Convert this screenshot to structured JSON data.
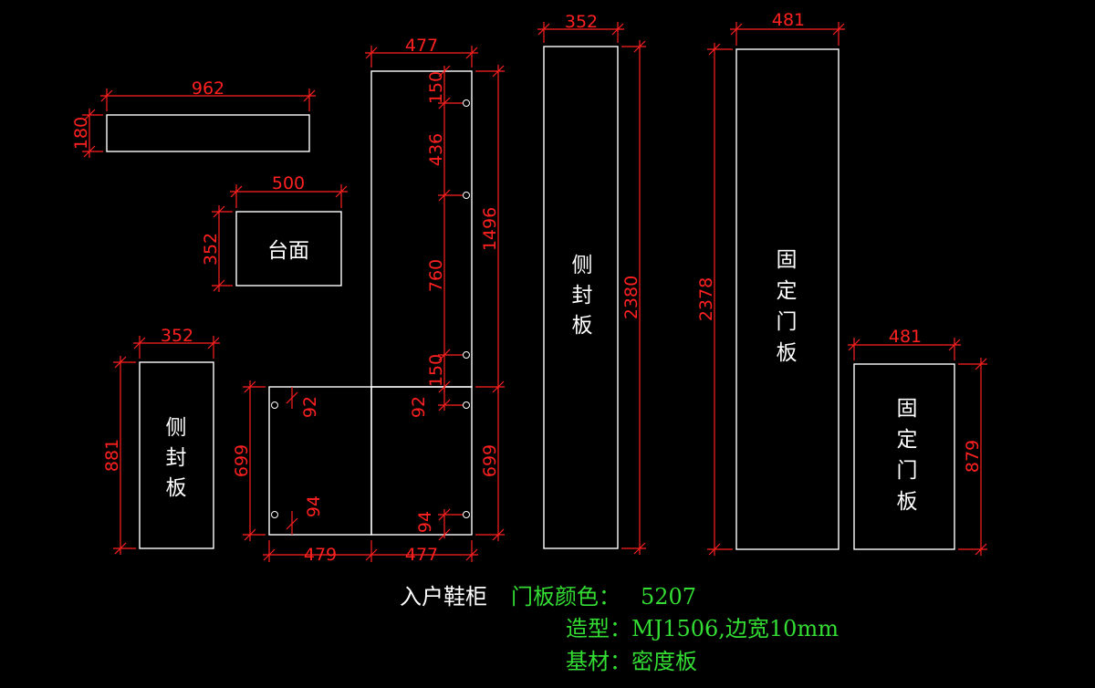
{
  "colors": {
    "background": "#000000",
    "panel": "#ffffff",
    "dimension": "#ff2020",
    "note_white": "#ffffff",
    "note_green": "#33dd33"
  },
  "dims": {
    "top_shelf_w": "962",
    "top_shelf_h": "180",
    "counter_w": "500",
    "counter_h": "352",
    "tall_w": "477",
    "seg1": "150",
    "seg2": "436",
    "seg3": "760",
    "seg4": "150",
    "upper_total": "1496",
    "low_l_h": "699",
    "low_r_h": "699",
    "low_l_w": "479",
    "low_r_w": "477",
    "hinge_off_top_l": "92",
    "hinge_off_top_r": "92",
    "hinge_off_bot_l": "94",
    "hinge_off_bot_r": "94",
    "side_small_w": "352",
    "side_small_h": "881",
    "side_tall_w": "352",
    "side_tall_h": "2380",
    "fixed_tall_w": "481",
    "fixed_tall_h": "2378",
    "fixed_small_w": "481",
    "fixed_small_h": "879"
  },
  "labels": {
    "counter": "台面",
    "side_panel": [
      "侧",
      "封",
      "板"
    ],
    "fixed_door": [
      "固",
      "定",
      "门",
      "板"
    ]
  },
  "notes": {
    "title": "入户鞋柜",
    "color_label": "门板颜色：",
    "color_value": "5207",
    "style_line": "造型：MJ1506,边宽10mm",
    "material_line": "基材：密度板"
  }
}
